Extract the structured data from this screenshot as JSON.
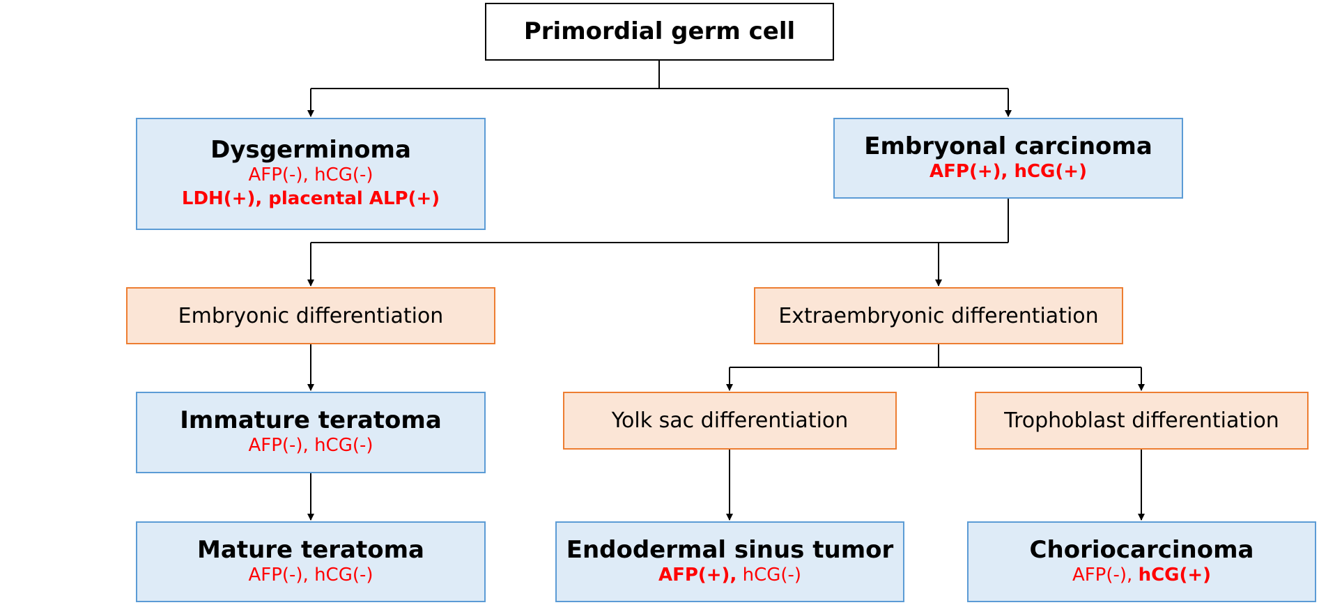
{
  "diagram": {
    "root": {
      "label": "Primordial germ cell"
    },
    "dysgerminoma": {
      "title": "Dysgerminoma",
      "marker_line1": "AFP(-), hCG(-)",
      "marker_line2": "LDH(+), placental ALP(+)"
    },
    "embryonal_carcinoma": {
      "title": "Embryonal carcinoma",
      "marker_line1": "AFP(+), hCG(+)"
    },
    "embryonic_differentiation": {
      "label": "Embryonic differentiation"
    },
    "extraembryonic_differentiation": {
      "label": "Extraembryonic differentiation"
    },
    "immature_teratoma": {
      "title": "Immature teratoma",
      "markers": "AFP(-), hCG(-)"
    },
    "yolk_sac_differentiation": {
      "label": "Yolk sac differentiation"
    },
    "trophoblast_differentiation": {
      "label": "Trophoblast differentiation"
    },
    "mature_teratoma": {
      "title": "Mature teratoma",
      "markers": "AFP(-), hCG(-)"
    },
    "endodermal_sinus_tumor": {
      "title": "Endodermal sinus tumor",
      "marker_pos": "AFP(+),",
      "marker_neg": " hCG(-)"
    },
    "choriocarcinoma": {
      "title": "Choriocarcinoma",
      "marker_neg": "AFP(-), ",
      "marker_pos": "hCG(+)"
    }
  },
  "colors": {
    "tumor_fill": "#deebf7",
    "tumor_border": "#5b9bd5",
    "differentiation_fill": "#fbe5d6",
    "differentiation_border": "#ed7d31",
    "marker_text": "#ff0000",
    "connector": "#000000"
  }
}
